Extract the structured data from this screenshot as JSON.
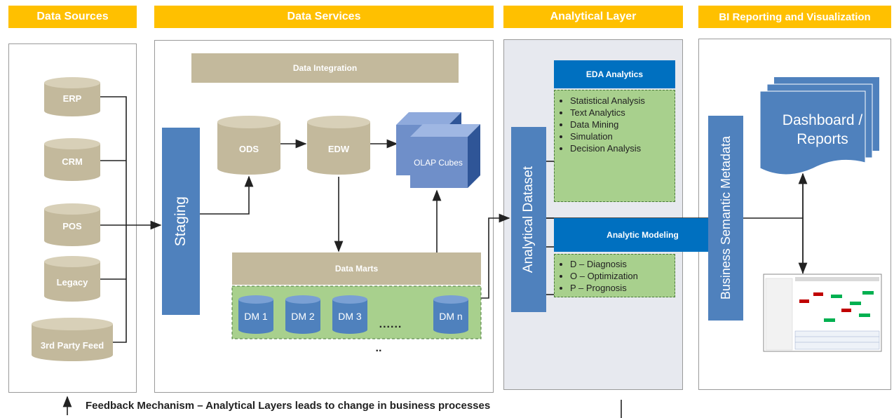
{
  "headers": {
    "data_sources": "Data Sources",
    "data_services": "Data Services",
    "analytical_layer": "Analytical Layer",
    "bi_reporting": "BI Reporting and Visualization"
  },
  "sources": [
    "ERP",
    "CRM",
    "POS",
    "Legacy",
    "3rd Party Feed"
  ],
  "services": {
    "data_integration": "Data Integration",
    "staging": "Staging",
    "ods": "ODS",
    "edw": "EDW",
    "olap": "OLAP Cubes",
    "data_marts": "Data Marts",
    "marts": [
      "DM 1",
      "DM 2",
      "DM 3",
      "DM n"
    ],
    "ellipsis_h": "......",
    "ellipsis_v": ".."
  },
  "analytical": {
    "dataset": "Analytical Dataset",
    "eda_title": "EDA Analytics",
    "eda_items": [
      "Statistical Analysis",
      "Text Analytics",
      "Data Mining",
      "Simulation",
      "Decision Analysis"
    ],
    "modeling_title": "Analytic Modeling",
    "modeling_items": [
      "D – Diagnosis",
      "O – Optimization",
      "P – Prognosis"
    ]
  },
  "bi": {
    "semantic": "Business Semantic Metadata",
    "dashboard": "Dashboard / Reports"
  },
  "feedback": "Feedback Mechanism – Analytical Layers leads to change in business processes",
  "colors": {
    "header": "#ffc000",
    "tan": "#c3b99c",
    "blue": "#4f81bd",
    "eda_green": "#a8d08d",
    "eda_blue": "#0070c0"
  }
}
